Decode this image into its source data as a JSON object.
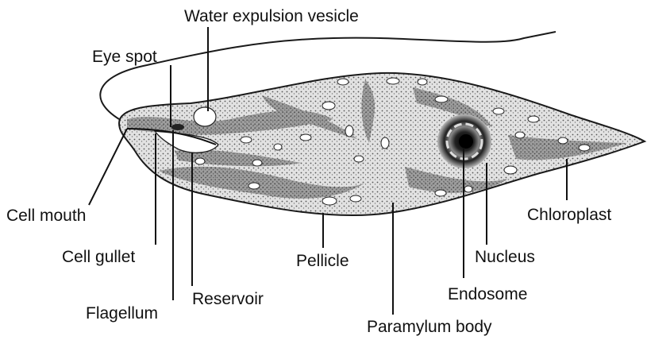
{
  "figure": {
    "labels": {
      "water_expulsion_vesicle": "Water expulsion vesicle",
      "eye_spot": "Eye spot",
      "cell_mouth": "Cell mouth",
      "cell_gullet": "Cell gullet",
      "flagellum": "Flagellum",
      "reservoir": "Reservoir",
      "pellicle": "Pellicle",
      "paramylum_body": "Paramylum body",
      "endosome": "Endosome",
      "nucleus": "Nucleus",
      "chloroplast": "Chloroplast"
    },
    "colors": {
      "ink": "#111111",
      "body_fill": "#d6d6d6",
      "chloroplast_fill": "#6e6e6e",
      "background": "#ffffff"
    }
  }
}
